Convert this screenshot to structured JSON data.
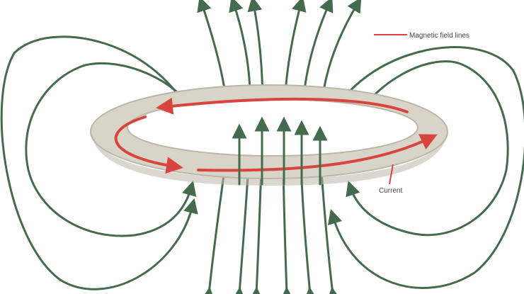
{
  "diagram": {
    "labels": {
      "magnetic_field_lines": "Magnetic field lines",
      "current": "Current"
    },
    "colors": {
      "field_line": "#446B4D",
      "current_arrow": "#D7453E",
      "loop_fill": "#D9D4C8",
      "loop_edge": "#BDB6A8",
      "background": "#FFFFFF",
      "label_text": "#444444"
    },
    "icons": {
      "field_arrow": "arrowhead",
      "current_arrow": "arrowhead"
    }
  }
}
